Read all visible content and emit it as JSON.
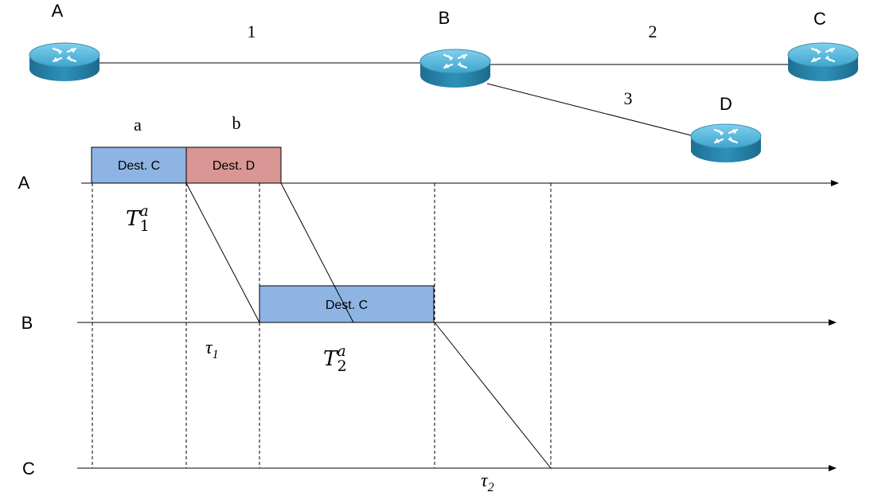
{
  "topology": {
    "nodes": {
      "A": {
        "label": "A"
      },
      "B": {
        "label": "B"
      },
      "C": {
        "label": "C"
      },
      "D": {
        "label": "D"
      }
    },
    "links": [
      {
        "id": "1",
        "label": "1",
        "from": "A",
        "to": "B"
      },
      {
        "id": "2",
        "label": "2",
        "from": "B",
        "to": "C"
      },
      {
        "id": "3",
        "label": "3",
        "from": "B",
        "to": "D"
      }
    ]
  },
  "timeline": {
    "rows": [
      {
        "id": "A",
        "label": "A"
      },
      {
        "id": "B",
        "label": "B"
      },
      {
        "id": "C",
        "label": "C"
      }
    ],
    "packet_labels": {
      "a": "a",
      "b": "b"
    },
    "packets": [
      {
        "id": "a-at-A",
        "label": "Dest. C",
        "color": "#8eb4e3"
      },
      {
        "id": "b-at-A",
        "label": "Dest. D",
        "color": "#d99694"
      },
      {
        "id": "a-at-B",
        "label": "Dest. C",
        "color": "#8eb4e3"
      }
    ],
    "annotations": {
      "T1": {
        "base": "T",
        "sub": "1",
        "sup": "a"
      },
      "T2": {
        "base": "T",
        "sub": "2",
        "sup": "a"
      },
      "tau1": {
        "base": "τ",
        "sub": "1"
      },
      "tau2": {
        "base": "τ",
        "sub": "2"
      }
    }
  },
  "colors": {
    "packet_c": "#8eb4e3",
    "packet_d": "#d99694",
    "router": "#3aa0c8"
  }
}
